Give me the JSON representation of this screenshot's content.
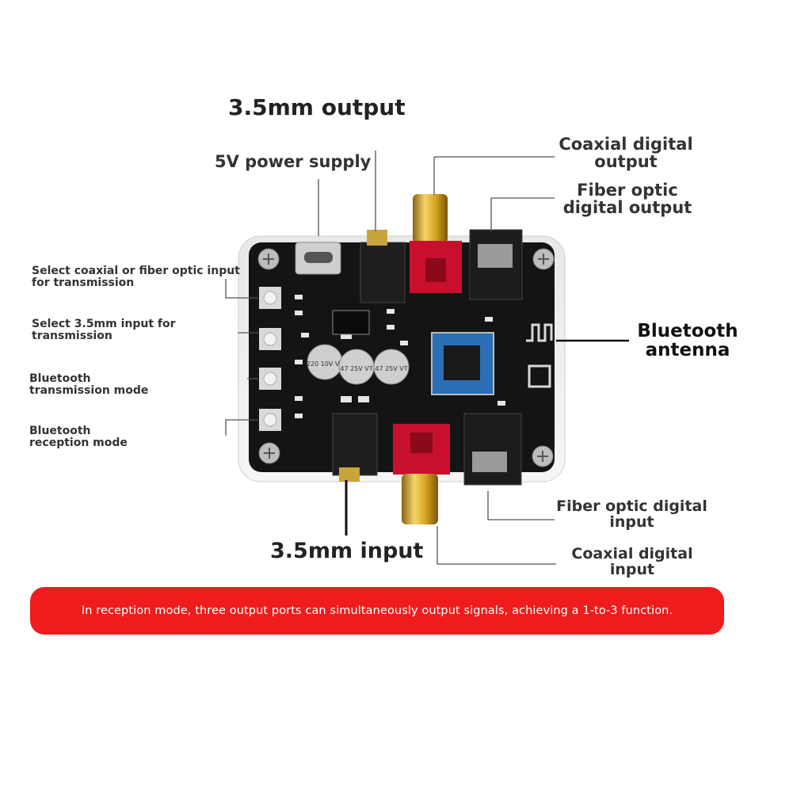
{
  "labels": {
    "output_35mm": "3.5mm output",
    "power_5v": "5V power supply",
    "coaxial_output": "Coaxial digital output",
    "fiber_output": "Fiber optic digital output",
    "bt_antenna": "Bluetooth antenna",
    "select_coax_fiber": "Select coaxial or fiber optic input for transmission",
    "select_35mm": "Select 3.5mm input for transmission",
    "bt_tx": "Bluetooth transmission mode",
    "bt_rx": "Bluetooth reception mode",
    "fiber_input": "Fiber optic digital input",
    "input_35mm": "3.5mm input",
    "coaxial_input": "Coaxial digital input"
  },
  "board_text": {
    "cap1": "220 10V VT",
    "cap2": "47 25V VT",
    "cap3": "47 25V VT"
  },
  "banner": "In reception mode, three output ports can simultaneously output signals, achieving a 1-to-3 function.",
  "colors": {
    "banner": "#ee1c1c",
    "board": "#141414",
    "rca_gold": "#d9a520",
    "rca_red": "#c8102e",
    "bt_module": "#2a6fb5"
  }
}
